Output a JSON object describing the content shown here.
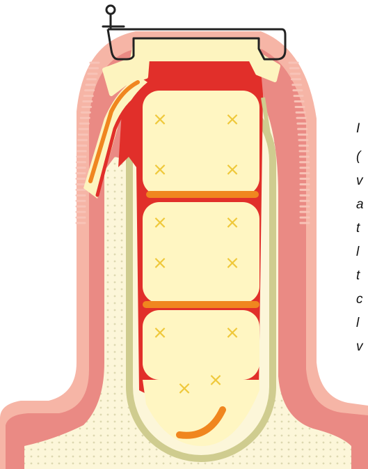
{
  "figure": {
    "marker_glyph": "×",
    "colors": {
      "background": "#ffffff",
      "gum_outer": "#f6b5a6",
      "gum_main": "#ea8a84",
      "ridge_line": "#f8c3b7",
      "bone": "#fcf6d9",
      "bone_dots": "#ddd8b0",
      "border_olive": "#cfcc8f",
      "cream": "#fdf4bf",
      "cream_pad": "#fff6c2",
      "red_filling": "#e12f2a",
      "orange_band": "#f0861f",
      "marker": "#efc83a",
      "outline": "#222222"
    }
  },
  "caption": {
    "fragments": [
      "I",
      "(",
      "v",
      "a",
      "t",
      "l",
      "t",
      "c",
      "l",
      "v"
    ]
  }
}
